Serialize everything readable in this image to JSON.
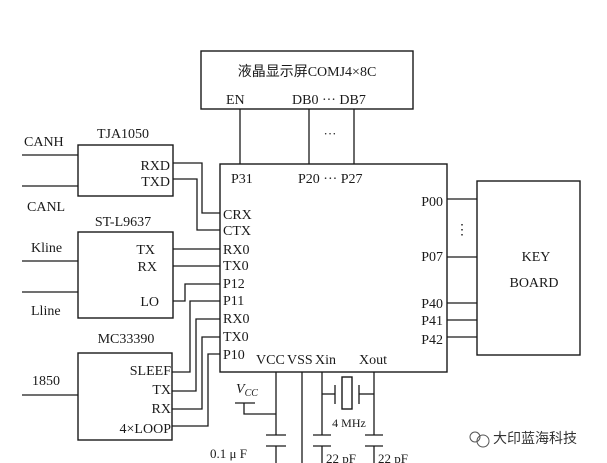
{
  "lcd": {
    "title": "液晶显示屏COMJ4×8C",
    "pins": {
      "en": "EN",
      "db": "DB0 ··· DB7"
    },
    "bus_ellipsis": "···"
  },
  "mcu": {
    "top_pins": {
      "p31": "P31",
      "p2x": "P20 ··· P27"
    },
    "left_pins": [
      "CRX",
      "CTX",
      "RX0",
      "TX0",
      "P12",
      "P11",
      "RX0",
      "TX0",
      "P10"
    ],
    "bottom_pins": {
      "vcc": "VCC",
      "vss": "VSS",
      "xin": "Xin",
      "xout": "Xout"
    },
    "right_pins": [
      "P00",
      "P07",
      "P40",
      "P41",
      "P42"
    ],
    "right_ellipsis": "⋮"
  },
  "tja1050": {
    "name": "TJA1050",
    "pins": [
      "RXD",
      "TXD"
    ],
    "inputs": [
      "CANH",
      "CANL"
    ]
  },
  "stl9637": {
    "name": "ST-L9637",
    "pins": [
      "TX",
      "RX",
      "LO"
    ],
    "inputs": [
      "Kline",
      "Lline"
    ]
  },
  "mc33390": {
    "name": "MC33390",
    "pins": [
      "SLEEF",
      "TX",
      "RX",
      "4×LOOP"
    ],
    "inputs": [
      "1850"
    ]
  },
  "keyboard": {
    "line1": "KEY",
    "line2": "BOARD"
  },
  "power": {
    "vcc_label_main": "V",
    "vcc_label_sub": "CC",
    "decoupling_cap": "0.1 μ F",
    "crystal": "4 MHz",
    "cap_xin": "22 pF",
    "cap_xout": "22 pF"
  },
  "watermark": {
    "text": "大印蓝海科技"
  }
}
